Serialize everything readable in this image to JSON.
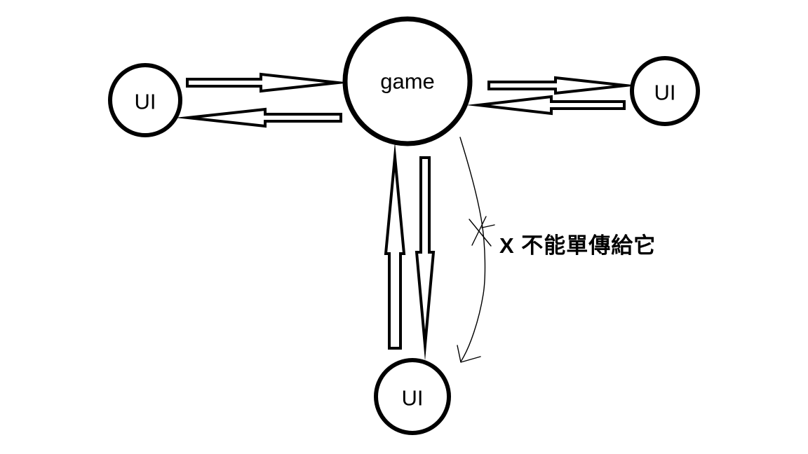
{
  "page": {
    "background_color": "#ffffff",
    "ink_color": "#000000"
  },
  "diagram": {
    "nodes": {
      "game": {
        "label": "game"
      },
      "ui_left": {
        "label": "UI"
      },
      "ui_right": {
        "label": "UI"
      },
      "ui_bottom": {
        "label": "UI"
      }
    },
    "edges": [
      {
        "from": "ui_left",
        "to": "game",
        "style": "hollow-arrow"
      },
      {
        "from": "game",
        "to": "ui_left",
        "style": "hollow-arrow"
      },
      {
        "from": "game",
        "to": "ui_right",
        "style": "hollow-arrow"
      },
      {
        "from": "ui_right",
        "to": "game",
        "style": "hollow-arrow"
      },
      {
        "from": "ui_bottom",
        "to": "game",
        "style": "hollow-arrow"
      },
      {
        "from": "game",
        "to": "ui_bottom",
        "style": "hollow-arrow"
      }
    ],
    "annotation": {
      "text": "X 不能單傳給它"
    }
  }
}
